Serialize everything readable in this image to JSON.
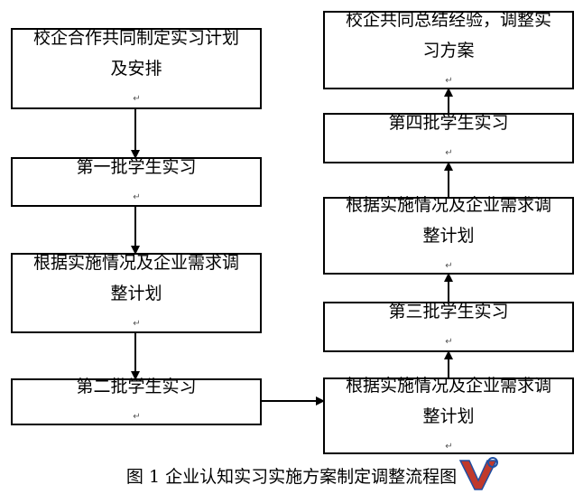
{
  "left_column": [
    {
      "id": "step-1",
      "text": "校企合作共同制定实习计划及安排"
    },
    {
      "id": "step-2",
      "text": "第一批学生实习"
    },
    {
      "id": "step-3",
      "text": "根据实施情况及企业需求调整计划"
    },
    {
      "id": "step-4",
      "text": "第二批学生实习"
    }
  ],
  "right_column": [
    {
      "id": "step-5",
      "text": "根据实施情况及企业需求调整计划"
    },
    {
      "id": "step-6",
      "text": "第三批学生实习"
    },
    {
      "id": "step-7",
      "text": "根据实施情况及企业需求调整计划"
    },
    {
      "id": "step-8",
      "text": "第四批学生实习"
    },
    {
      "id": "step-9",
      "text": "校企共同总结经验，调整实习方案"
    }
  ],
  "caption": "图 1 企业认知实习实施方案制定调整流程图",
  "paragraph_mark": "↵"
}
